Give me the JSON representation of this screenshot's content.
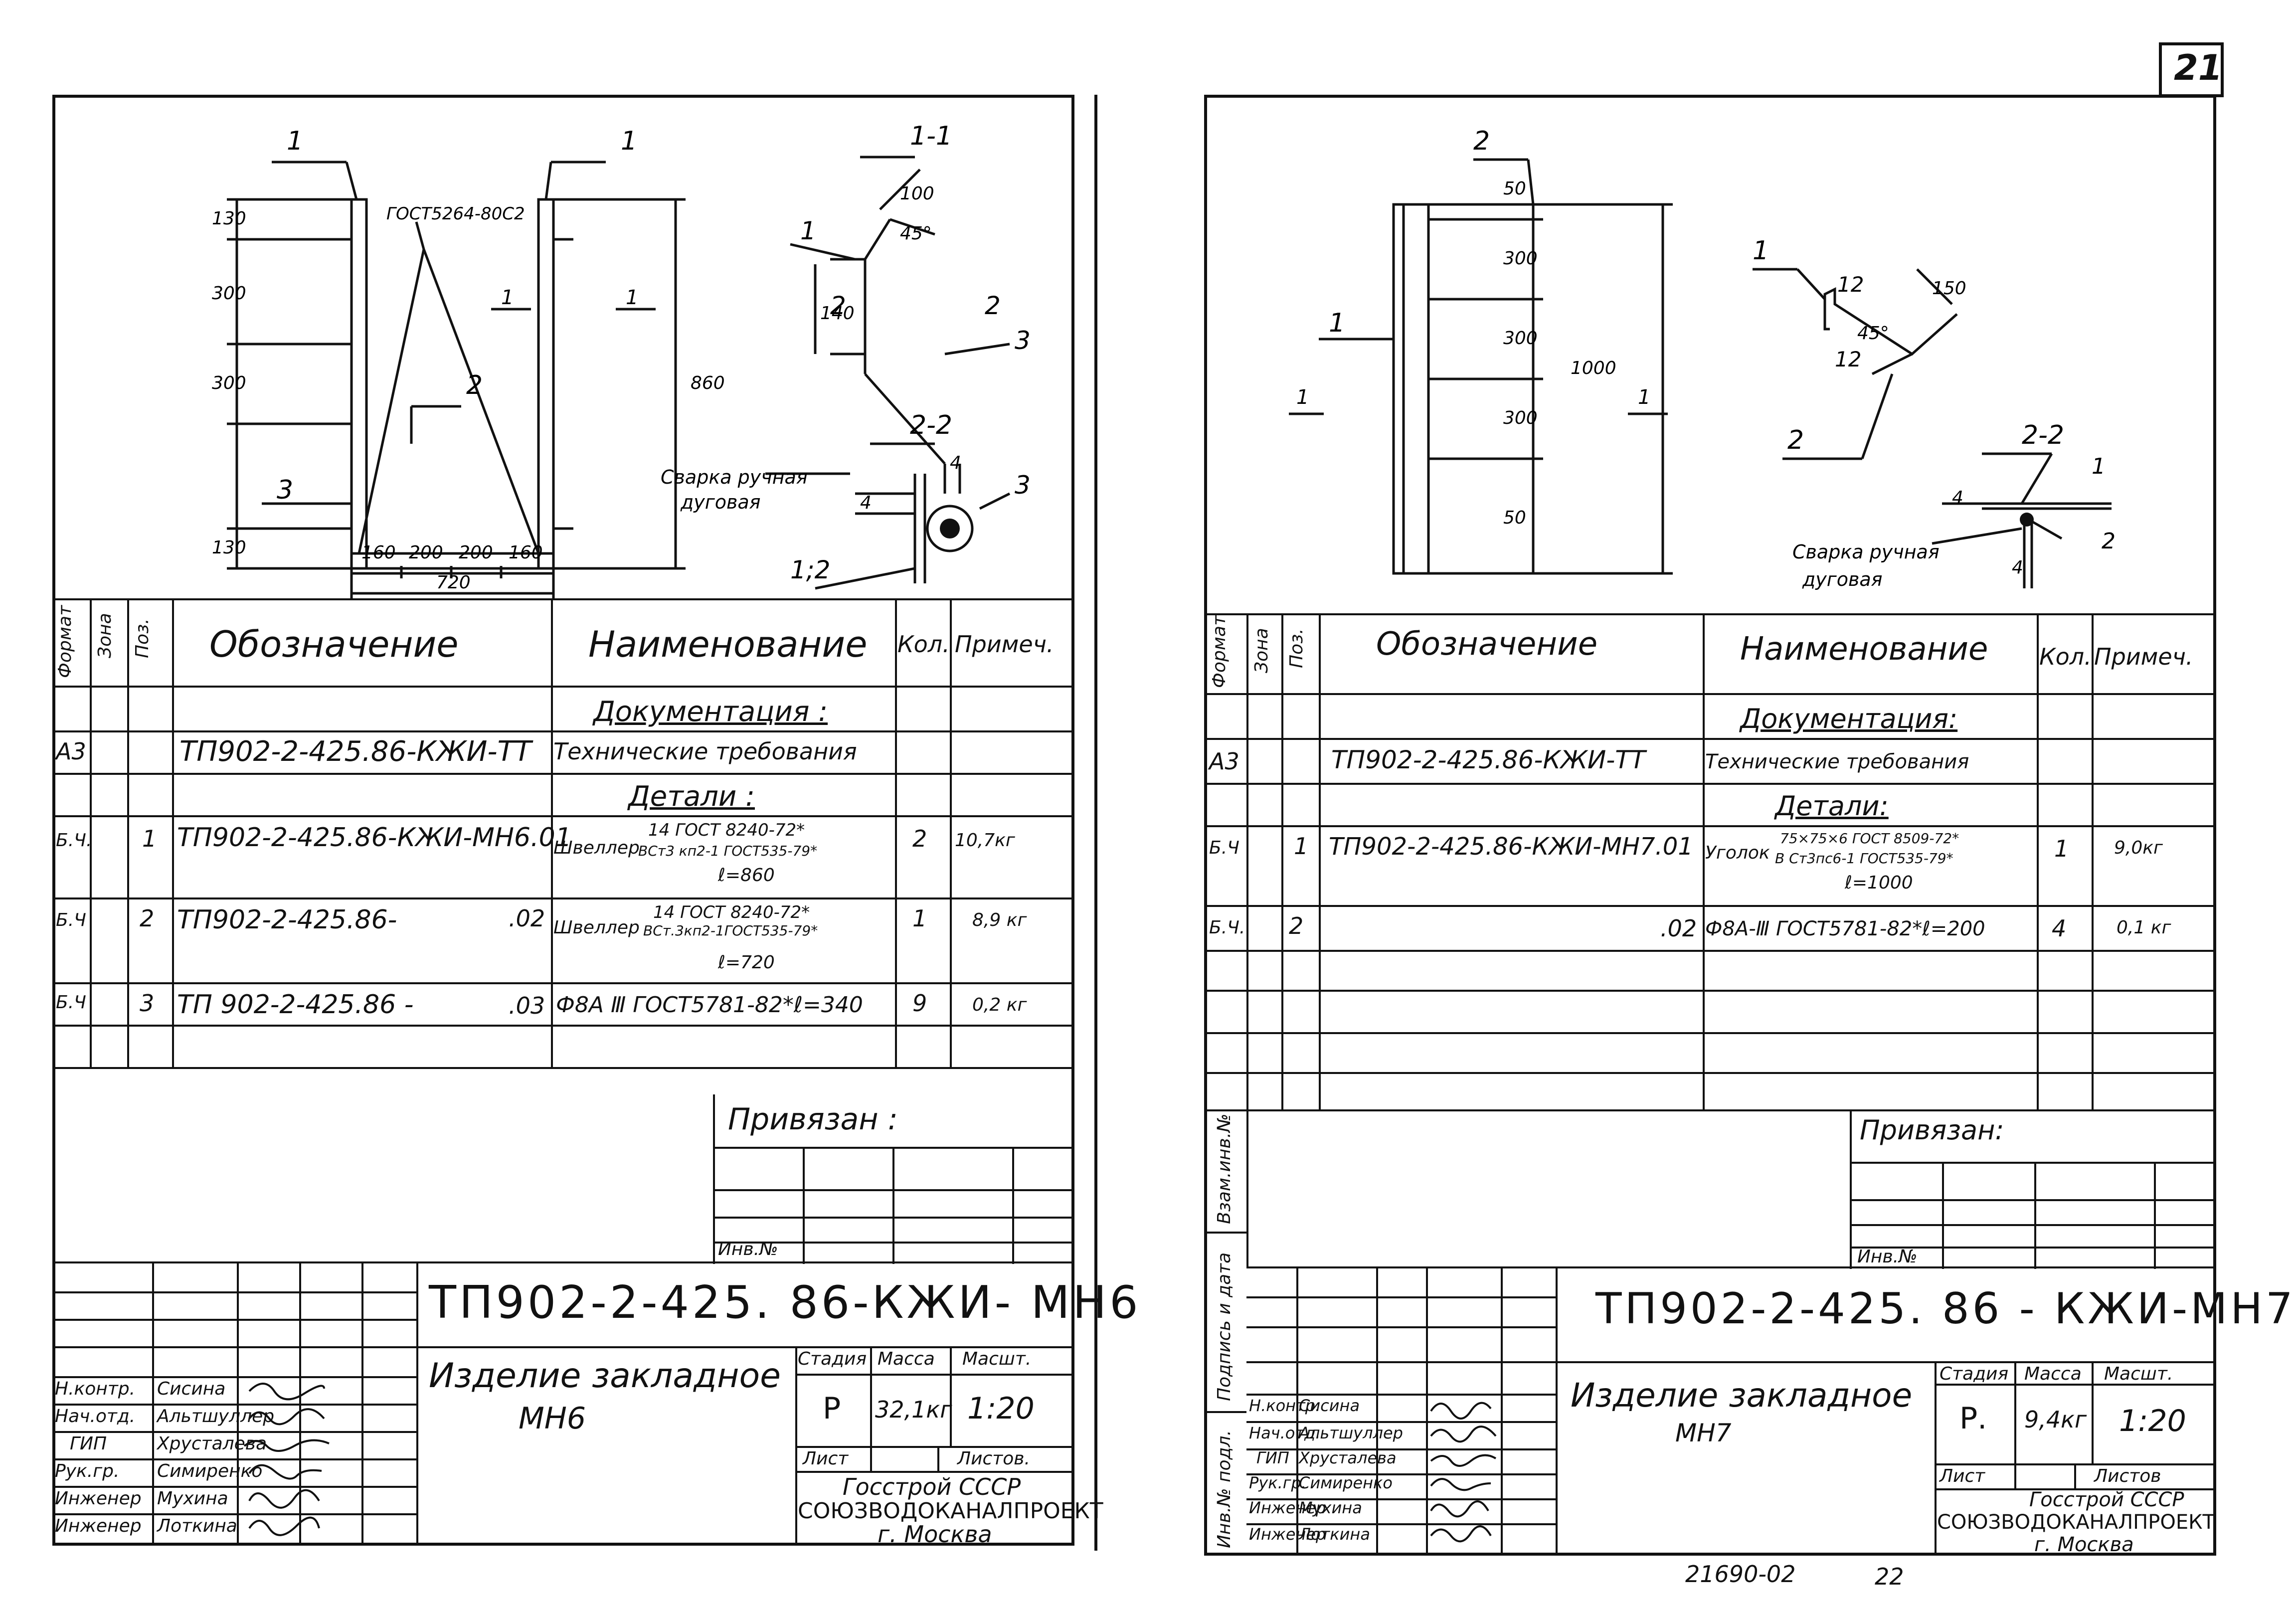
{
  "page_number": "21",
  "footer": {
    "code": "21690-02",
    "page": "22"
  },
  "left": {
    "labels": {
      "pos1a": "1",
      "pos1b": "1",
      "pos2": "2",
      "pos3": "3",
      "gost": "ГОСТ5264-80С2",
      "dims": [
        "130",
        "300",
        "300",
        "130",
        "860",
        "160",
        "200",
        "200",
        "160",
        "720"
      ],
      "section11": "1-1",
      "section22": "2-2",
      "sec_dims": [
        "100",
        "45°",
        "140"
      ],
      "sec_pos": [
        "1",
        "2",
        "2",
        "3",
        "3",
        "1;2"
      ],
      "weld": [
        "Сварка ручная",
        "дуговая"
      ],
      "sec22_dims": [
        "4",
        "4"
      ],
      "cut_a": "1",
      "cut_b": "1"
    },
    "table": {
      "headers": [
        "Формат",
        "Зона",
        "Поз.",
        "Обозначение",
        "Наименование",
        "Кол.",
        "Примеч."
      ],
      "sec_doc": "Документация :",
      "sec_det": "Детали :",
      "rows": [
        {
          "fmt": "А3",
          "pos": "",
          "des": "ТП902-2-425.86-КЖИ-ТТ",
          "name": "Технические требования",
          "qty": "",
          "note": ""
        },
        {
          "fmt": "Б.Ч.",
          "pos": "1",
          "des": "ТП902-2-425.86-КЖИ-МН6.01",
          "name": "Швеллер",
          "name2": "14 ГОСТ 8240-72*",
          "name3": "ВСт3 кп2-1 ГОСТ535-79*",
          "name4": "ℓ=860",
          "qty": "2",
          "note": "10,7кг"
        },
        {
          "fmt": "Б.Ч",
          "pos": "2",
          "des": "ТП902-2-425.86-",
          "des2": ".02",
          "name": "Швеллер",
          "name2": "14 ГОСТ 8240-72*",
          "name3": "ВСт.3кп2-1ГОСТ535-79*",
          "name4": "ℓ=720",
          "qty": "1",
          "note": "8,9 кг"
        },
        {
          "fmt": "Б.Ч",
          "pos": "3",
          "des": "ТП 902-2-425.86 -",
          "des2": ".03",
          "name": "Ф8А Ⅲ ГОСТ5781-82*ℓ=340",
          "qty": "9",
          "note": "0,2 кг"
        }
      ]
    },
    "privyazan": "Привязан :",
    "inv": "Инв.№",
    "stamp": {
      "code": "ТП902-2-425. 86-КЖИ- МН6",
      "item": "Изделие закладное",
      "item2": "МН6",
      "stadia_h": "Стадия",
      "massa_h": "Масса",
      "masht_h": "Масшт.",
      "stadia": "Р",
      "massa": "32,1кг",
      "masht": "1:20",
      "list": "Лист",
      "listov": "Листов.",
      "org1": "Госстрой СССР",
      "org2": "СОЮЗВОДОКАНАЛПРОЕКТ",
      "org3": "г. Москва",
      "roles": [
        "Н.контр.",
        "Нач.отд.",
        "ГИП",
        "Рук.гр.",
        "Инженер",
        "Инженер"
      ],
      "names": [
        "Сисина",
        "Альтшуллер",
        "Хрусталева",
        "Симиренко",
        "Мухина",
        "Лоткина"
      ]
    }
  },
  "right": {
    "labels": {
      "pos2": "2",
      "pos1": "1",
      "pos1b": "1",
      "pos2b": "2",
      "pos12a": "12",
      "pos12b": "12",
      "dims": [
        "50",
        "300",
        "300",
        "300",
        "50",
        "1000",
        "150",
        "45°"
      ],
      "section22": "2-2",
      "sec_pos": [
        "1",
        "2"
      ],
      "sec_dims": [
        "4",
        "4"
      ],
      "weld": [
        "Сварка ручная",
        "дуговая"
      ],
      "cut_a": "1",
      "cut_b": "1"
    },
    "table": {
      "headers": [
        "Формат",
        "Зона",
        "Поз.",
        "Обозначение",
        "Наименование",
        "Кол.",
        "Примеч."
      ],
      "sec_doc": "Документация:",
      "sec_det": "Детали:",
      "rows": [
        {
          "fmt": "А3",
          "pos": "",
          "des": "ТП902-2-425.86-КЖИ-ТТ",
          "name": "Технические требования",
          "qty": "",
          "note": ""
        },
        {
          "fmt": "Б.Ч",
          "pos": "1",
          "des": "ТП902-2-425.86-КЖИ-МН7.01",
          "name": "Уголок",
          "name2": "75×75×6 ГОСТ 8509-72*",
          "name3": "В Ст3пс6-1 ГОСТ535-79*",
          "name4": "ℓ=1000",
          "qty": "1",
          "note": "9,0кг"
        },
        {
          "fmt": "Б.Ч.",
          "pos": "2",
          "des": "",
          "des2": ".02",
          "name": "Ф8А-Ⅲ ГОСТ5781-82*ℓ=200",
          "qty": "4",
          "note": "0,1 кг"
        }
      ]
    },
    "privyazan": "Привязан:",
    "inv": "Инв.№",
    "side_labels": [
      "Взам.инв.№",
      "Подпись и дата",
      "Инв.№ подл."
    ],
    "stamp": {
      "code": "ТП902-2-425. 86 - КЖИ-МН7",
      "item": "Изделие закладное",
      "item2": "МН7",
      "stadia_h": "Стадия",
      "massa_h": "Масса",
      "masht_h": "Масшт.",
      "stadia": "Р.",
      "massa": "9,4кг",
      "masht": "1:20",
      "list": "Лист",
      "listov": "Листов",
      "org1": "Госстрой СССР",
      "org2": "СОЮЗВОДОКАНАЛПРОЕКТ",
      "org3": "г. Москва",
      "roles": [
        "Н.контр.",
        "Нач.отд.",
        "ГИП",
        "Рук.гр.",
        "Инженер",
        "Инженер"
      ],
      "names": [
        "Сисина",
        "Альтшуллер",
        "Хрусталева",
        "Симиренко",
        "Мухина",
        "Лоткина"
      ]
    }
  }
}
